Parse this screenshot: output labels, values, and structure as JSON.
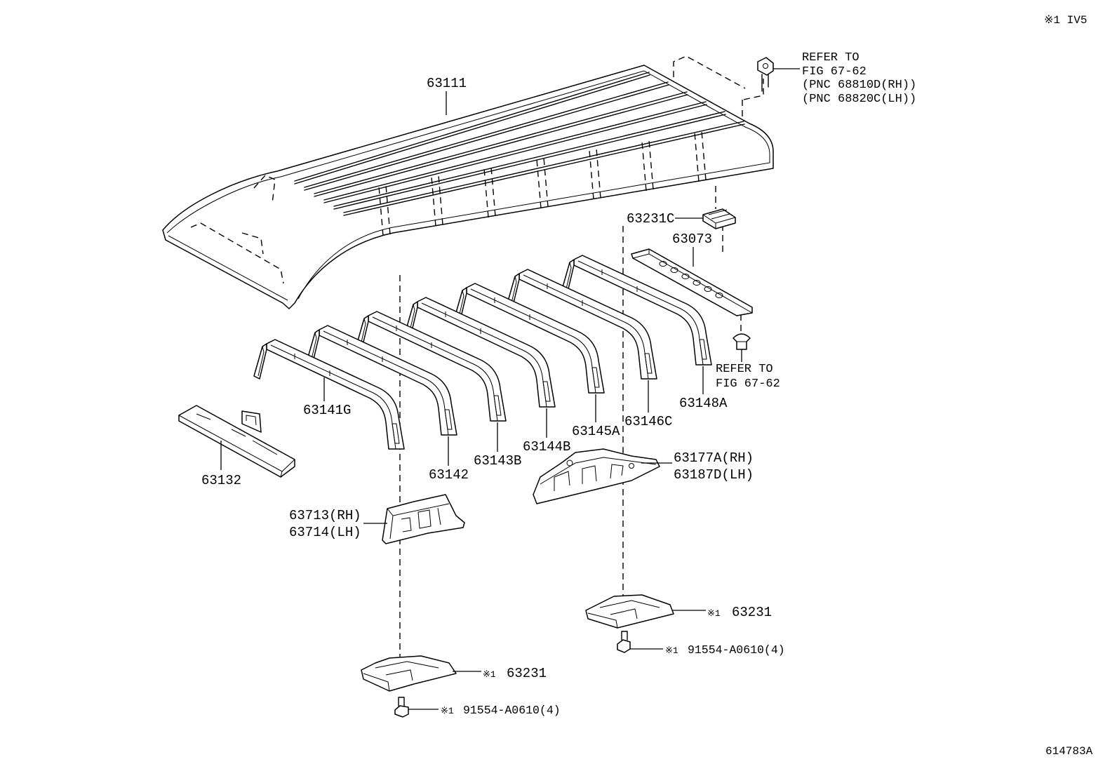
{
  "page": {
    "note": "※1 IV5",
    "illustration_id": "614783A"
  },
  "colors": {
    "ink": "#000000",
    "background": "#ffffff"
  },
  "parts": {
    "roof_panel": "63111",
    "roof_bracket_note": [
      "REFER TO",
      "FIG 67-62",
      "(PNC 68810D(RH))",
      "(PNC 68820C(LH))"
    ],
    "bracket": "63231C",
    "reinforcement": "63073",
    "clip_note": [
      "REFER TO",
      "FIG 67-62"
    ],
    "bows": [
      "63141G",
      "63142",
      "63143B",
      "63144B",
      "63145A",
      "63146C",
      "63148A"
    ],
    "front_panel": "63132",
    "side_inner_upper": [
      "63177A(RH)",
      "63187D(LH)"
    ],
    "side_inner_lower": [
      "63713(RH)",
      "63714(LH)"
    ],
    "brace_right": {
      "marker": "※1",
      "part": "63231"
    },
    "bolt_right": {
      "marker": "※1",
      "part": "91554-A0610(4)"
    },
    "brace_left": {
      "marker": "※1",
      "part": "63231"
    },
    "bolt_left": {
      "marker": "※1",
      "part": "91554-A0610(4)"
    }
  }
}
